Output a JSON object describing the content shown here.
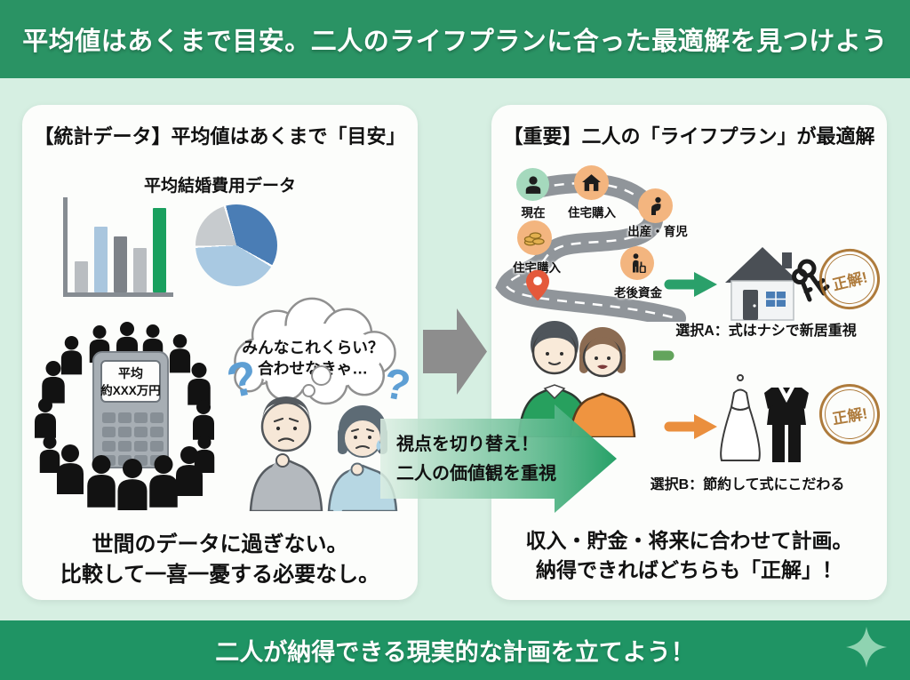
{
  "banner": {
    "title": "平均値はあくまで目安。二人のライフプランに合った最適解を見つけよう"
  },
  "footer": {
    "title": "二人が納得できる現実的な計画を立てよう！",
    "sparkle_icon": "sparkle-icon"
  },
  "left_panel": {
    "title": "【統計データ】平均値はあくまで「目安」",
    "thought_bubble": {
      "line1": "みんなこれくらい？",
      "line2": "合わせなきゃ…"
    },
    "calculator": {
      "line1": "平均",
      "line2": "約XXX万円"
    },
    "question_mark": "?",
    "conclusion": {
      "line1": "世間のデータに過ぎない。",
      "line2": "比較して一喜一憂する必要なし。"
    }
  },
  "transition": {
    "line1": "視点を切り替え！",
    "line2": "二人の価値観を重視"
  },
  "right_panel": {
    "title": "【重要】二人の「ライフプラン」が最適解",
    "milestones": [
      {
        "label": "現在",
        "icon": "person-icon",
        "circle_color": "#a5d9bd"
      },
      {
        "label": "住宅購入",
        "icon": "house-icon",
        "circle_color": "#f3b57f"
      },
      {
        "label": "出産・育児",
        "icon": "mother-baby-icon",
        "circle_color": "#f3b57f"
      },
      {
        "label": "住宅購入",
        "icon": "coins-icon",
        "circle_color": "#f3b57f"
      },
      {
        "label": "老後資金",
        "icon": "elderly-cane-icon",
        "circle_color": "#f3b57f"
      }
    ],
    "choices": [
      {
        "label": "選択A：式はナシで新居重視",
        "stamp": "正解!"
      },
      {
        "label": "選択B：節約して式にこだわる",
        "stamp": "正解!"
      }
    ],
    "conclusion": {
      "line1": "収入・貯金・将来に合わせて計画。",
      "line2": "納得できればどちらも「正解」！"
    }
  },
  "colors": {
    "banner_green": "#2a9364",
    "footer_green": "#1f9464",
    "background_mint": "#d6efe2",
    "accent_green": "#27a168",
    "accent_orange": "#ea8f3e",
    "stamp_brown": "#a8702c"
  },
  "chart_data": [
    {
      "type": "bar",
      "title": "平均結婚費用データ",
      "categories": [
        "",
        "",
        "",
        "",
        ""
      ],
      "values": [
        33,
        69,
        59,
        47,
        89
      ],
      "colors": [
        "#b9bdc1",
        "#a9c6de",
        "#7d8288",
        "#b9bdc1",
        "#1aa05f"
      ],
      "xlabel": "",
      "ylabel": "",
      "ylim": [
        0,
        100
      ]
    },
    {
      "type": "pie",
      "labels": [
        "",
        "",
        ""
      ],
      "values": [
        38,
        41,
        21
      ],
      "colors": [
        "#4a7db5",
        "#a9c9e2",
        "#c7cbce"
      ],
      "start_angle": -18
    }
  ]
}
